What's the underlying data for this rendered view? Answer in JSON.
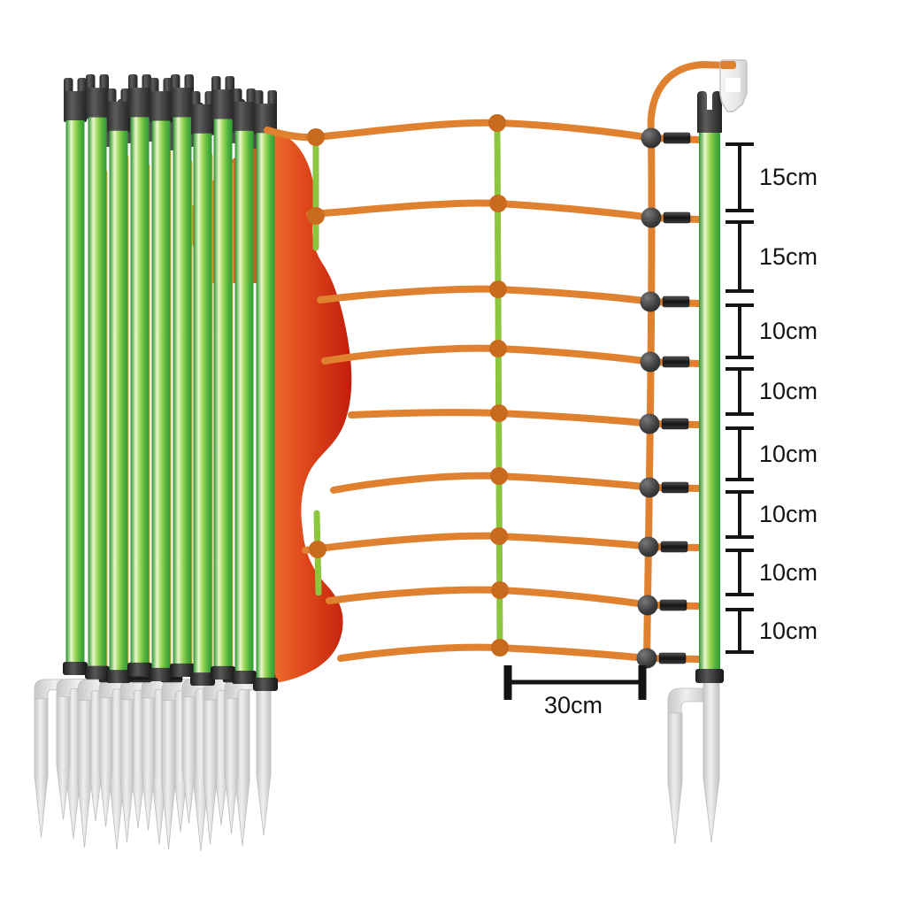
{
  "diagram": {
    "subject": "electric-fence-netting-spacing-diagram",
    "bundle": {
      "posts_visible": 10,
      "spike_style": "double-spike"
    },
    "net": {
      "horizontal_wires": 9,
      "vertical_strands_visible": 3
    },
    "measurements": {
      "spacings": [
        {
          "label": "15cm"
        },
        {
          "label": "15cm"
        },
        {
          "label": "10cm"
        },
        {
          "label": "10cm"
        },
        {
          "label": "10cm"
        },
        {
          "label": "10cm"
        },
        {
          "label": "10cm"
        },
        {
          "label": "10cm"
        }
      ],
      "bottom_width": {
        "label": "30cm"
      }
    }
  },
  "colors": {
    "background": "#ffffff",
    "wire_orange": "#e0812f",
    "dot_orange": "#c96b1e",
    "strand_green": "#8cc63f",
    "gold": "#dfb32c",
    "post_green": "#46b13c",
    "cap_black": "#3a3a3a",
    "net_red": "#d63c17",
    "spike_gray": "#dedede",
    "knot_gray": "#3c3c3c",
    "measure_black": "#141414"
  }
}
